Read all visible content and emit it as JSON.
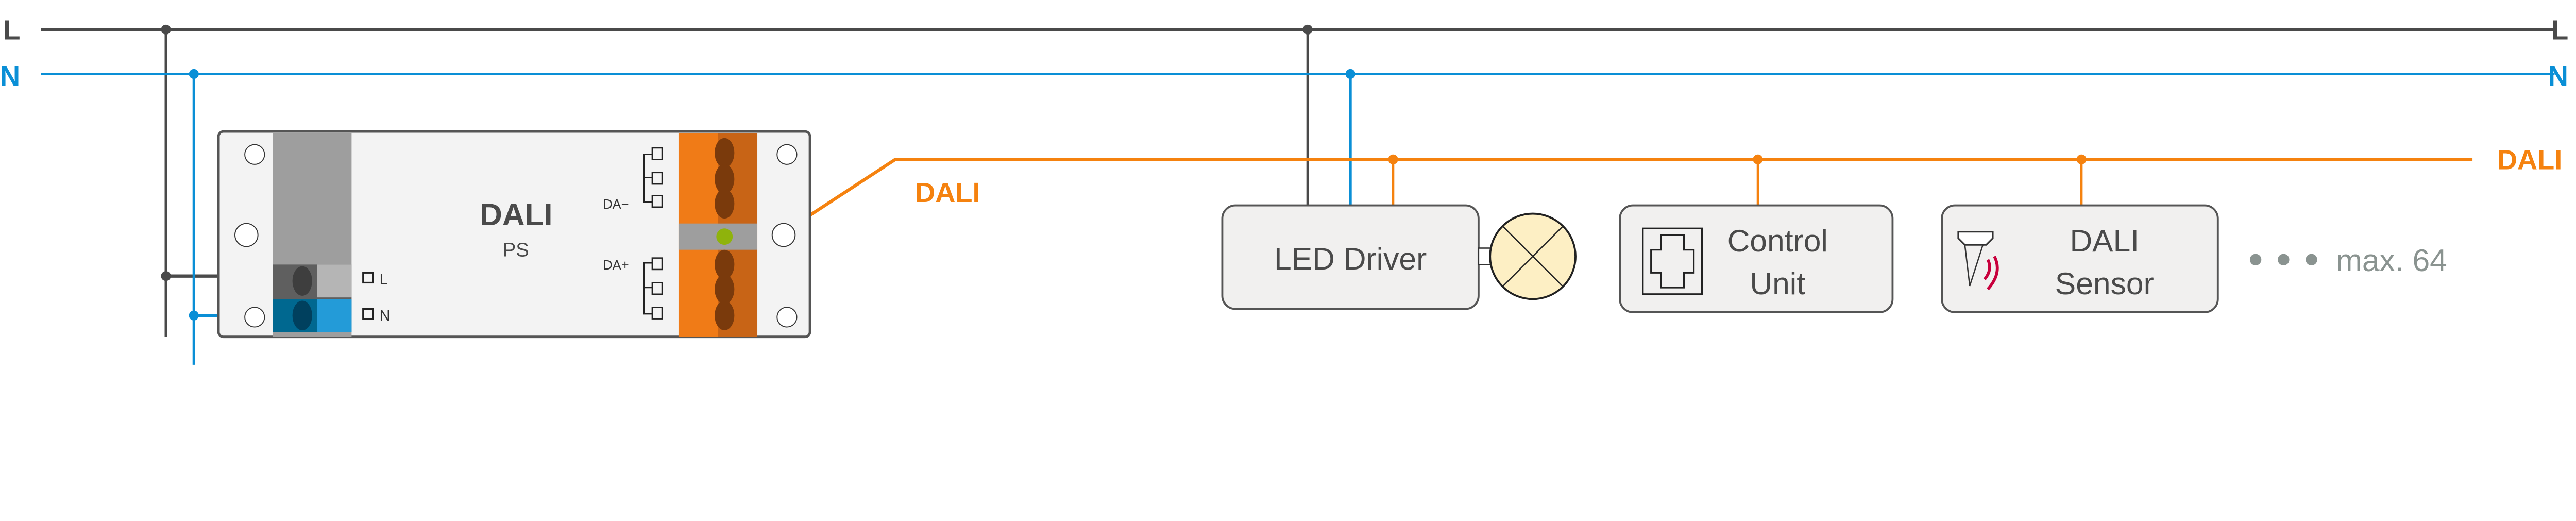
{
  "lines": {
    "l_label": "L",
    "n_label": "N",
    "dali_label": "DALI",
    "colors": {
      "L": "#4a4a4a",
      "N": "#0a8fd6",
      "DALI": "#f5820f"
    }
  },
  "power_supply": {
    "title": "DALI",
    "subtitle": "PS",
    "terminal_l": "L",
    "terminal_n": "N",
    "da_minus": "DA−",
    "da_plus": "DA+"
  },
  "devices": {
    "led_driver": "LED Driver",
    "control_unit_line1": "Control",
    "control_unit_line2": "Unit",
    "sensor_line1": "DALI",
    "sensor_line2": "Sensor",
    "max_label": "max. 64"
  }
}
